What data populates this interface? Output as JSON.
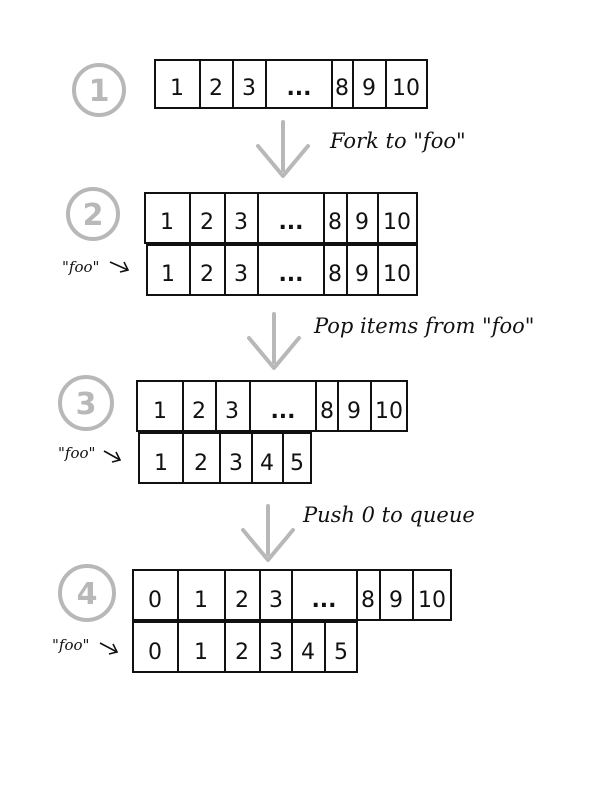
{
  "steps": [
    {
      "number": "1",
      "arrow_caption": "Fork to \"foo\"",
      "queues": [
        {
          "label": "",
          "cells": [
            "1",
            "2",
            "3",
            "...",
            "8",
            "9",
            "10"
          ]
        }
      ]
    },
    {
      "number": "2",
      "arrow_caption": "Pop items from \"foo\"",
      "queues": [
        {
          "label": "",
          "cells": [
            "1",
            "2",
            "3",
            "...",
            "8",
            "9",
            "10"
          ]
        },
        {
          "label": "\"foo\"",
          "cells": [
            "1",
            "2",
            "3",
            "...",
            "8",
            "9",
            "10"
          ]
        }
      ]
    },
    {
      "number": "3",
      "arrow_caption": "Push 0 to queue",
      "queues": [
        {
          "label": "",
          "cells": [
            "1",
            "2",
            "3",
            "...",
            "8",
            "9",
            "10"
          ]
        },
        {
          "label": "\"foo\"",
          "cells": [
            "1",
            "2",
            "3",
            "4",
            "5"
          ]
        }
      ]
    },
    {
      "number": "4",
      "arrow_caption": "",
      "queues": [
        {
          "label": "",
          "cells": [
            "0",
            "1",
            "2",
            "3",
            "...",
            "8",
            "9",
            "10"
          ]
        },
        {
          "label": "\"foo\"",
          "cells": [
            "0",
            "1",
            "2",
            "3",
            "4",
            "5"
          ]
        }
      ]
    }
  ],
  "colors": {
    "ink": "#111111",
    "step_circle": "#b8b8b8",
    "arrow": "#b8b8b8"
  }
}
